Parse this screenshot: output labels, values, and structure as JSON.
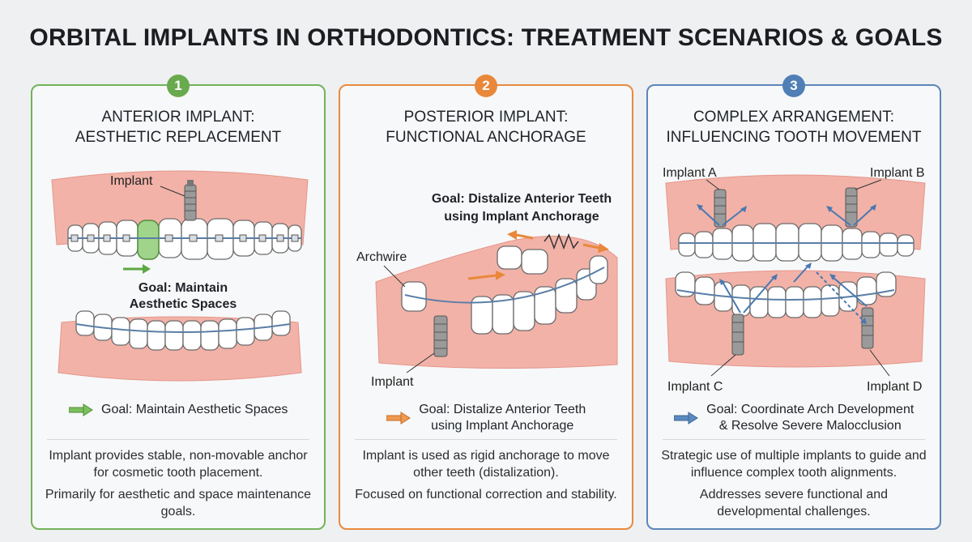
{
  "title": "ORBITAL IMPLANTS IN ORTHODONTICS: TREATMENT SCENARIOS & GOALS",
  "colors": {
    "green": "#6aaa4e",
    "orange": "#e9883a",
    "blue": "#4f7fb5",
    "gum": "#f2b2a8",
    "tooth": "#ffffff"
  },
  "panels": [
    {
      "number": "1",
      "title_line1": "ANTERIOR IMPLANT:",
      "title_line2": "AESTHETIC REPLACEMENT",
      "labels": {
        "implant": "Implant",
        "goal_line1": "Goal: Maintain",
        "goal_line2": "Aesthetic Spaces"
      },
      "goal_icon": "green-arrow-icon",
      "goal": "Goal: Maintain Aesthetic Spaces",
      "desc1": "Implant provides stable, non-movable anchor for cosmetic tooth placement.",
      "desc2": "Primarily for aesthetic and space maintenance goals."
    },
    {
      "number": "2",
      "title_line1": "POSTERIOR IMPLANT:",
      "title_line2": "FUNCTIONAL ANCHORAGE",
      "labels": {
        "goal_line1": "Goal: Distalize Anterior Teeth",
        "goal_line2": "using Implant Anchorage",
        "archwire": "Archwire",
        "implant": "Implant"
      },
      "goal_icon": "orange-arrow-icon",
      "goal_line1": "Goal: Distalize Anterior Teeth",
      "goal_line2": "using Implant Anchorage",
      "desc1": "Implant is used as rigid anchorage to move other teeth (distalization).",
      "desc2": "Focused on functional correction and stability."
    },
    {
      "number": "3",
      "title_line1": "COMPLEX ARRANGEMENT:",
      "title_line2": "INFLUENCING TOOTH MOVEMENT",
      "labels": {
        "implant_a": "Implant A",
        "implant_b": "Implant B",
        "implant_c": "Implant C",
        "implant_d": "Implant D"
      },
      "goal_icon": "blue-arrow-icon",
      "goal_line1": "Goal: Coordinate Arch Development",
      "goal_line2": "& Resolve Severe Malocclusion",
      "desc1": "Strategic use of multiple implants to guide and influence complex tooth alignments.",
      "desc2": "Addresses severe functional and developmental challenges."
    }
  ]
}
